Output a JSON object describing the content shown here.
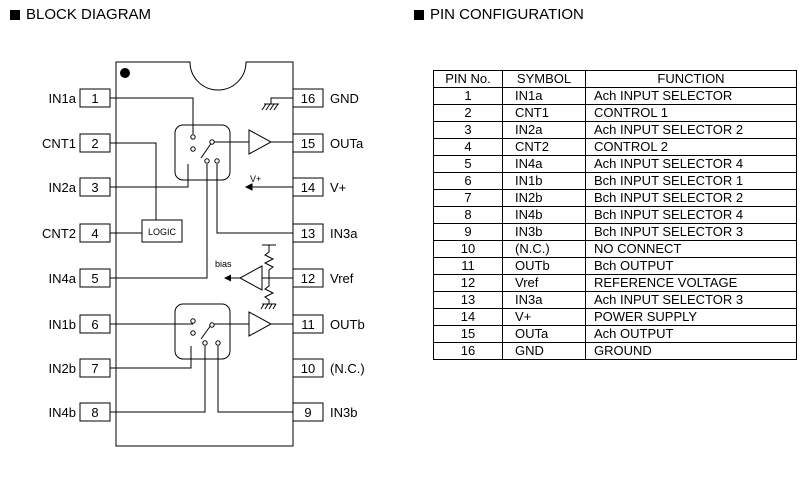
{
  "block_diagram": {
    "title": "BLOCK DIAGRAM",
    "pins_left": [
      {
        "num": "1",
        "label": "IN1a"
      },
      {
        "num": "2",
        "label": "CNT1"
      },
      {
        "num": "3",
        "label": "IN2a"
      },
      {
        "num": "4",
        "label": "CNT2"
      },
      {
        "num": "5",
        "label": "IN4a"
      },
      {
        "num": "6",
        "label": "IN1b"
      },
      {
        "num": "7",
        "label": "IN2b"
      },
      {
        "num": "8",
        "label": "IN4b"
      }
    ],
    "pins_right": [
      {
        "num": "16",
        "label": "GND"
      },
      {
        "num": "15",
        "label": "OUTa"
      },
      {
        "num": "14",
        "label": "V+"
      },
      {
        "num": "13",
        "label": "IN3a"
      },
      {
        "num": "12",
        "label": "Vref"
      },
      {
        "num": "11",
        "label": "OUTb"
      },
      {
        "num": "10",
        "label": "(N.C.)"
      },
      {
        "num": "9",
        "label": "IN3b"
      }
    ],
    "logic_label": "LOGIC",
    "vplus_label": "V+",
    "bias_label": "bias"
  },
  "pin_configuration": {
    "title": "PIN CONFIGURATION",
    "headers": {
      "no": "PIN No.",
      "symbol": "SYMBOL",
      "function": "FUNCTION"
    },
    "rows": [
      {
        "no": "1",
        "symbol": "IN1a",
        "function": "Ach INPUT SELECTOR"
      },
      {
        "no": "2",
        "symbol": "CNT1",
        "function": "CONTROL 1"
      },
      {
        "no": "3",
        "symbol": "IN2a",
        "function": "Ach INPUT SELECTOR 2"
      },
      {
        "no": "4",
        "symbol": "CNT2",
        "function": "CONTROL 2"
      },
      {
        "no": "5",
        "symbol": "IN4a",
        "function": "Ach INPUT SELECTOR 4"
      },
      {
        "no": "6",
        "symbol": "IN1b",
        "function": "Bch INPUT SELECTOR 1"
      },
      {
        "no": "7",
        "symbol": "IN2b",
        "function": "Bch INPUT SELECTOR 2"
      },
      {
        "no": "8",
        "symbol": "IN4b",
        "function": "Bch INPUT SELECTOR 4"
      },
      {
        "no": "9",
        "symbol": "IN3b",
        "function": "Bch INPUT SELECTOR 3"
      },
      {
        "no": "10",
        "symbol": "(N.C.)",
        "function": "NO CONNECT"
      },
      {
        "no": "11",
        "symbol": "OUTb",
        "function": "Bch OUTPUT"
      },
      {
        "no": "12",
        "symbol": "Vref",
        "function": "REFERENCE VOLTAGE"
      },
      {
        "no": "13",
        "symbol": "IN3a",
        "function": "Ach INPUT SELECTOR 3"
      },
      {
        "no": "14",
        "symbol": "V+",
        "function": "POWER SUPPLY"
      },
      {
        "no": "15",
        "symbol": "OUTa",
        "function": "Ach OUTPUT"
      },
      {
        "no": "16",
        "symbol": "GND",
        "function": "GROUND"
      }
    ]
  }
}
